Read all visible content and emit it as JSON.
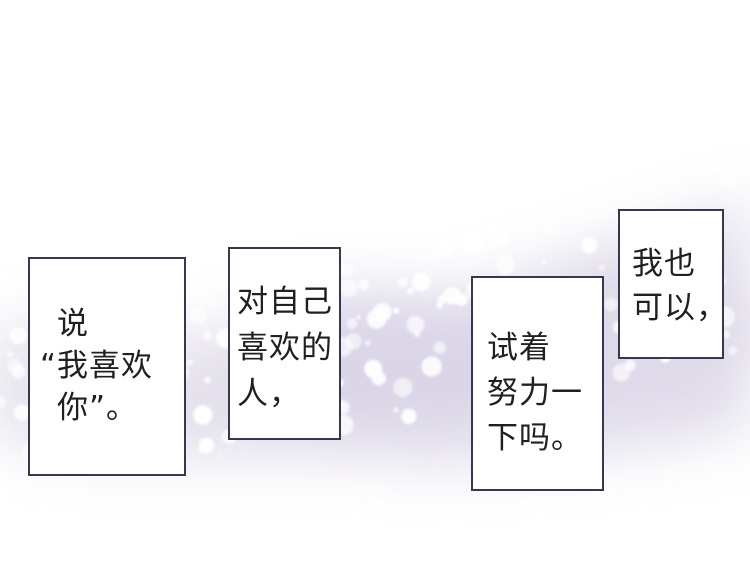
{
  "panels": [
    {
      "lines": [
        "说",
        "“我喜欢",
        "你”。"
      ]
    },
    {
      "lines": [
        "对自己",
        "喜欢的",
        "人，"
      ]
    },
    {
      "lines": [
        "试着",
        "努力一",
        "下吗。"
      ]
    },
    {
      "lines": [
        "我也",
        "可以，"
      ]
    }
  ],
  "colors": {
    "border": "#3a3550",
    "text": "#1f1f24",
    "haze": "#c9c2dc"
  }
}
